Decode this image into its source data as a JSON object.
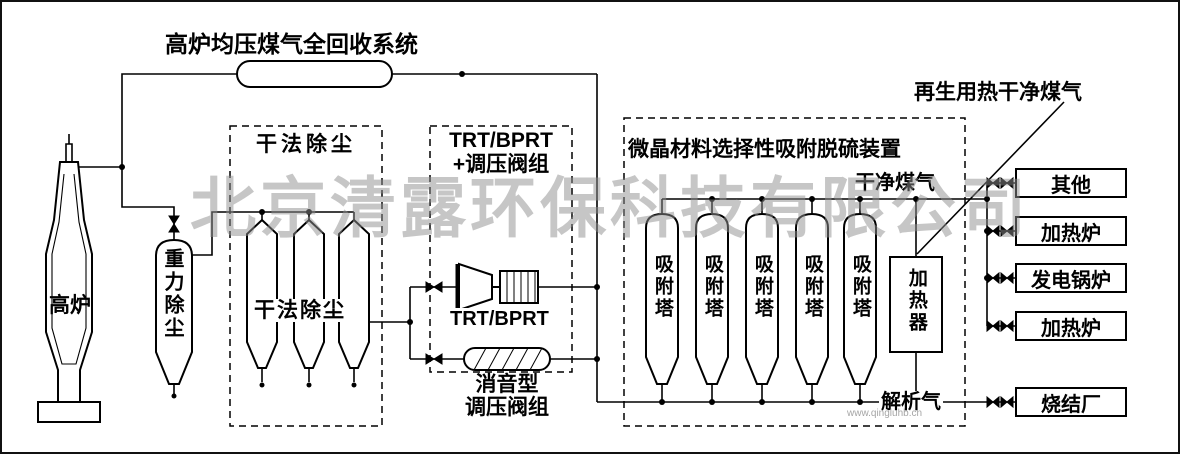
{
  "title": "高炉均压煤气全回收系统",
  "watermark": {
    "company": "北京清露环保科技有限公司",
    "website": "www.qingluhb.cn"
  },
  "left": {
    "blast_furnace": "高炉",
    "gravity_dust_collector": "重力除尘"
  },
  "dry_dedusting": {
    "box_label": "干法除尘",
    "inner_label": "干法除尘"
  },
  "trt": {
    "box_label_line1": "TRT/BPRT",
    "box_label_line2": "+调压阀组",
    "unit_label": "TRT/BPRT",
    "silencer_label_line1": "消音型",
    "silencer_label_line2": "调压阀组"
  },
  "desulfurization": {
    "box_label": "微晶材料选择性吸附脱硫装置",
    "tower_label": "吸附塔",
    "heater_label": "加热器",
    "clean_gas_label": "干净煤气",
    "regen_gas_label": "再生用热干净煤气",
    "desorption_gas_label": "解析气"
  },
  "outputs": {
    "other": "其他",
    "heating_furnace_1": "加热炉",
    "power_boiler": "发电锅炉",
    "heating_furnace_2": "加热炉",
    "sintering_plant": "烧结厂"
  }
}
